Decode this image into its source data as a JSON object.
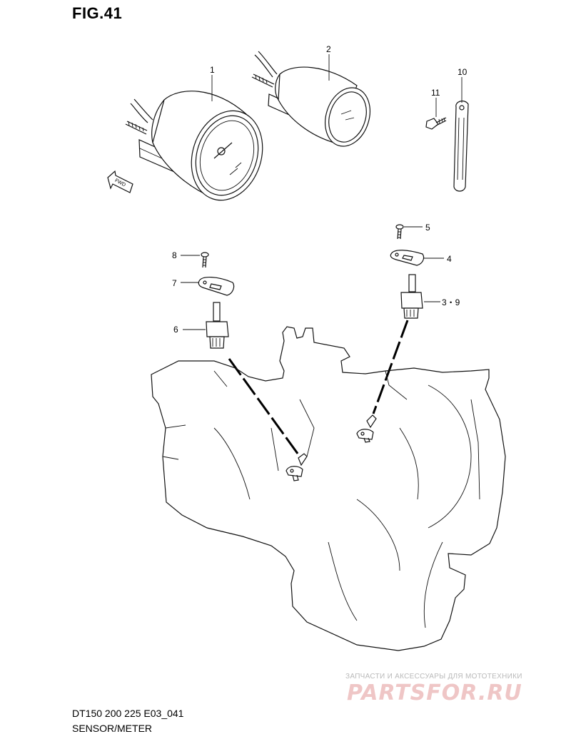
{
  "figure": {
    "title": "FIG.41"
  },
  "callouts": {
    "c1": "1",
    "c2": "2",
    "c10": "10",
    "c11": "11",
    "c5": "5",
    "c4": "4",
    "c39": "3・9",
    "c8": "8",
    "c7": "7",
    "c6": "6"
  },
  "fwd_label": "FWD",
  "footer": {
    "code": "DT150 200 225 E03_041",
    "title": "SENSOR/METER"
  },
  "watermark": {
    "tagline": "ЗАПЧАСТИ И АКСЕССУАРЫ ДЛЯ МОТОТЕХНИКИ",
    "logo": "PARTSFOR.RU"
  }
}
